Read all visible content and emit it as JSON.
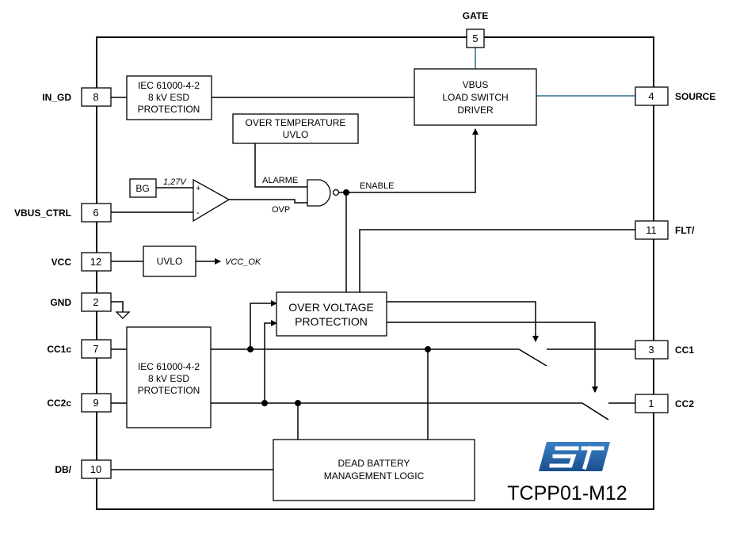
{
  "pins": {
    "gate": {
      "name": "GATE",
      "num": "5"
    },
    "in_gd": {
      "name": "IN_GD",
      "num": "8"
    },
    "source": {
      "name": "SOURCE",
      "num": "4"
    },
    "vbus_ctrl": {
      "name": "VBUS_CTRL",
      "num": "6"
    },
    "flt": {
      "name": "FLT/",
      "num": "11"
    },
    "vcc": {
      "name": "VCC",
      "num": "12"
    },
    "gnd": {
      "name": "GND",
      "num": "2"
    },
    "cc1c": {
      "name": "CC1c",
      "num": "7"
    },
    "cc1": {
      "name": "CC1",
      "num": "3"
    },
    "cc2c": {
      "name": "CC2c",
      "num": "9"
    },
    "cc2": {
      "name": "CC2",
      "num": "1"
    },
    "db": {
      "name": "DB/",
      "num": "10"
    }
  },
  "blocks": {
    "esd_top": [
      "IEC 61000-4-2",
      "8 kV ESD",
      "PROTECTION"
    ],
    "vbus_driver": [
      "VBUS",
      "LOAD SWITCH",
      "DRIVER"
    ],
    "over_temp": [
      "OVER TEMPERATURE",
      "UVLO"
    ],
    "bg": "BG",
    "uvlo": "UVLO",
    "ovp": [
      "OVER VOLTAGE",
      "PROTECTION"
    ],
    "esd_bottom": [
      "IEC 61000-4-2",
      "8 kV ESD",
      "PROTECTION"
    ],
    "dead_battery": [
      "DEAD BATTERY",
      "MANAGEMENT LOGIC"
    ]
  },
  "signals": {
    "vref": "1,27V",
    "plus": "+",
    "minus": "-",
    "alarme": "ALARME",
    "enable": "ENABLE",
    "ovp": "OVP",
    "vcc_ok": "VCC_OK"
  },
  "part_number": "TCPP01-M12",
  "colors": {
    "logo": "#1f5fa8",
    "gate_source_wire": "#2d6d8f"
  }
}
